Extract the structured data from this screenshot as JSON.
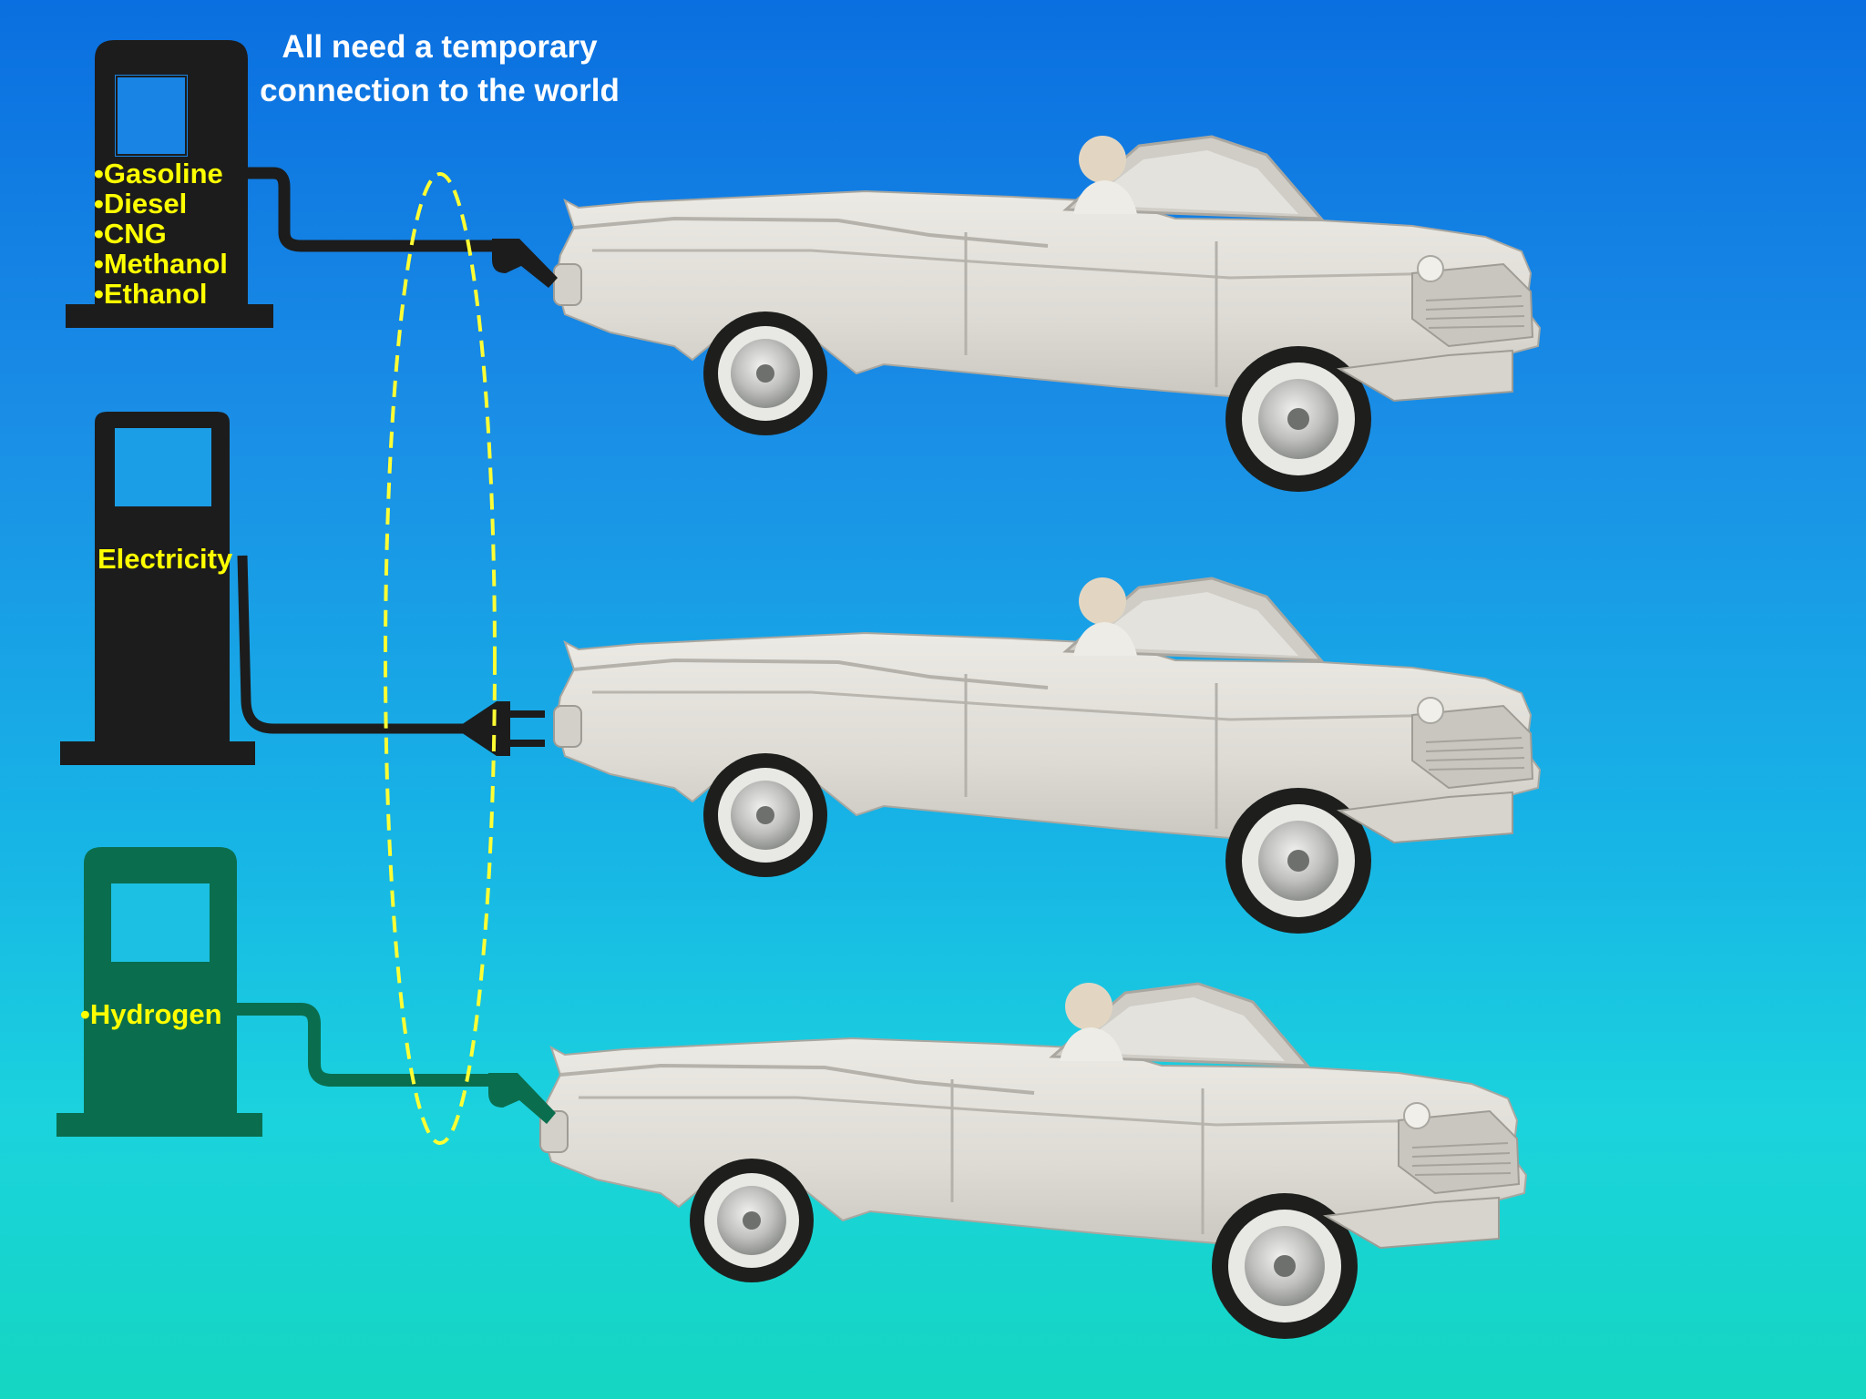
{
  "caption": "All need a temporary connection to the world",
  "stations": [
    {
      "id": "liquid-fuels",
      "fuels": [
        "•Gasoline",
        "•Diesel",
        "•CNG",
        "•Methanol",
        "•Ethanol"
      ],
      "pump_color": "#1c1c1c",
      "connector": "nozzle"
    },
    {
      "id": "electricity",
      "label": "Electricity",
      "pump_color": "#1c1c1c",
      "connector": "plug"
    },
    {
      "id": "hydrogen",
      "label": "•Hydrogen",
      "pump_color": "#0a6e4e",
      "connector": "nozzle"
    }
  ],
  "colors": {
    "label_text": "#ffff00",
    "caption_text": "#ffffff",
    "ellipse_dash": "#ffff33",
    "car_body": "#dedcd6"
  }
}
